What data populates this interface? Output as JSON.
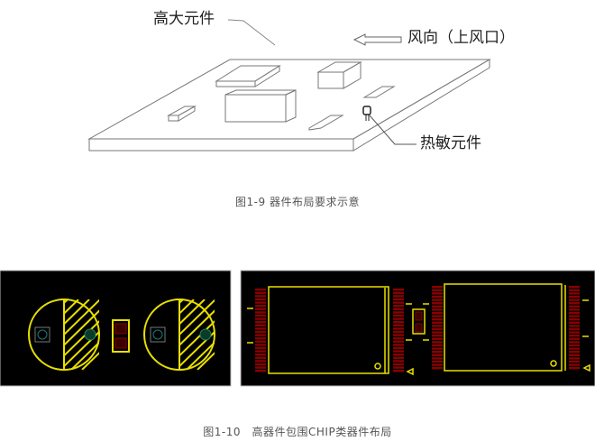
{
  "figure1": {
    "label_tall": "高大元件",
    "label_wind": "风向（上风口）",
    "label_thermal": "热敏元件",
    "caption": "图1-9 器件布局要求示意"
  },
  "figure2": {
    "caption": "图1-10　高器件包围CHIP类器件布局"
  },
  "colors": {
    "silk": "#e8e000",
    "pad": "#8a0000",
    "board": "#000000"
  }
}
